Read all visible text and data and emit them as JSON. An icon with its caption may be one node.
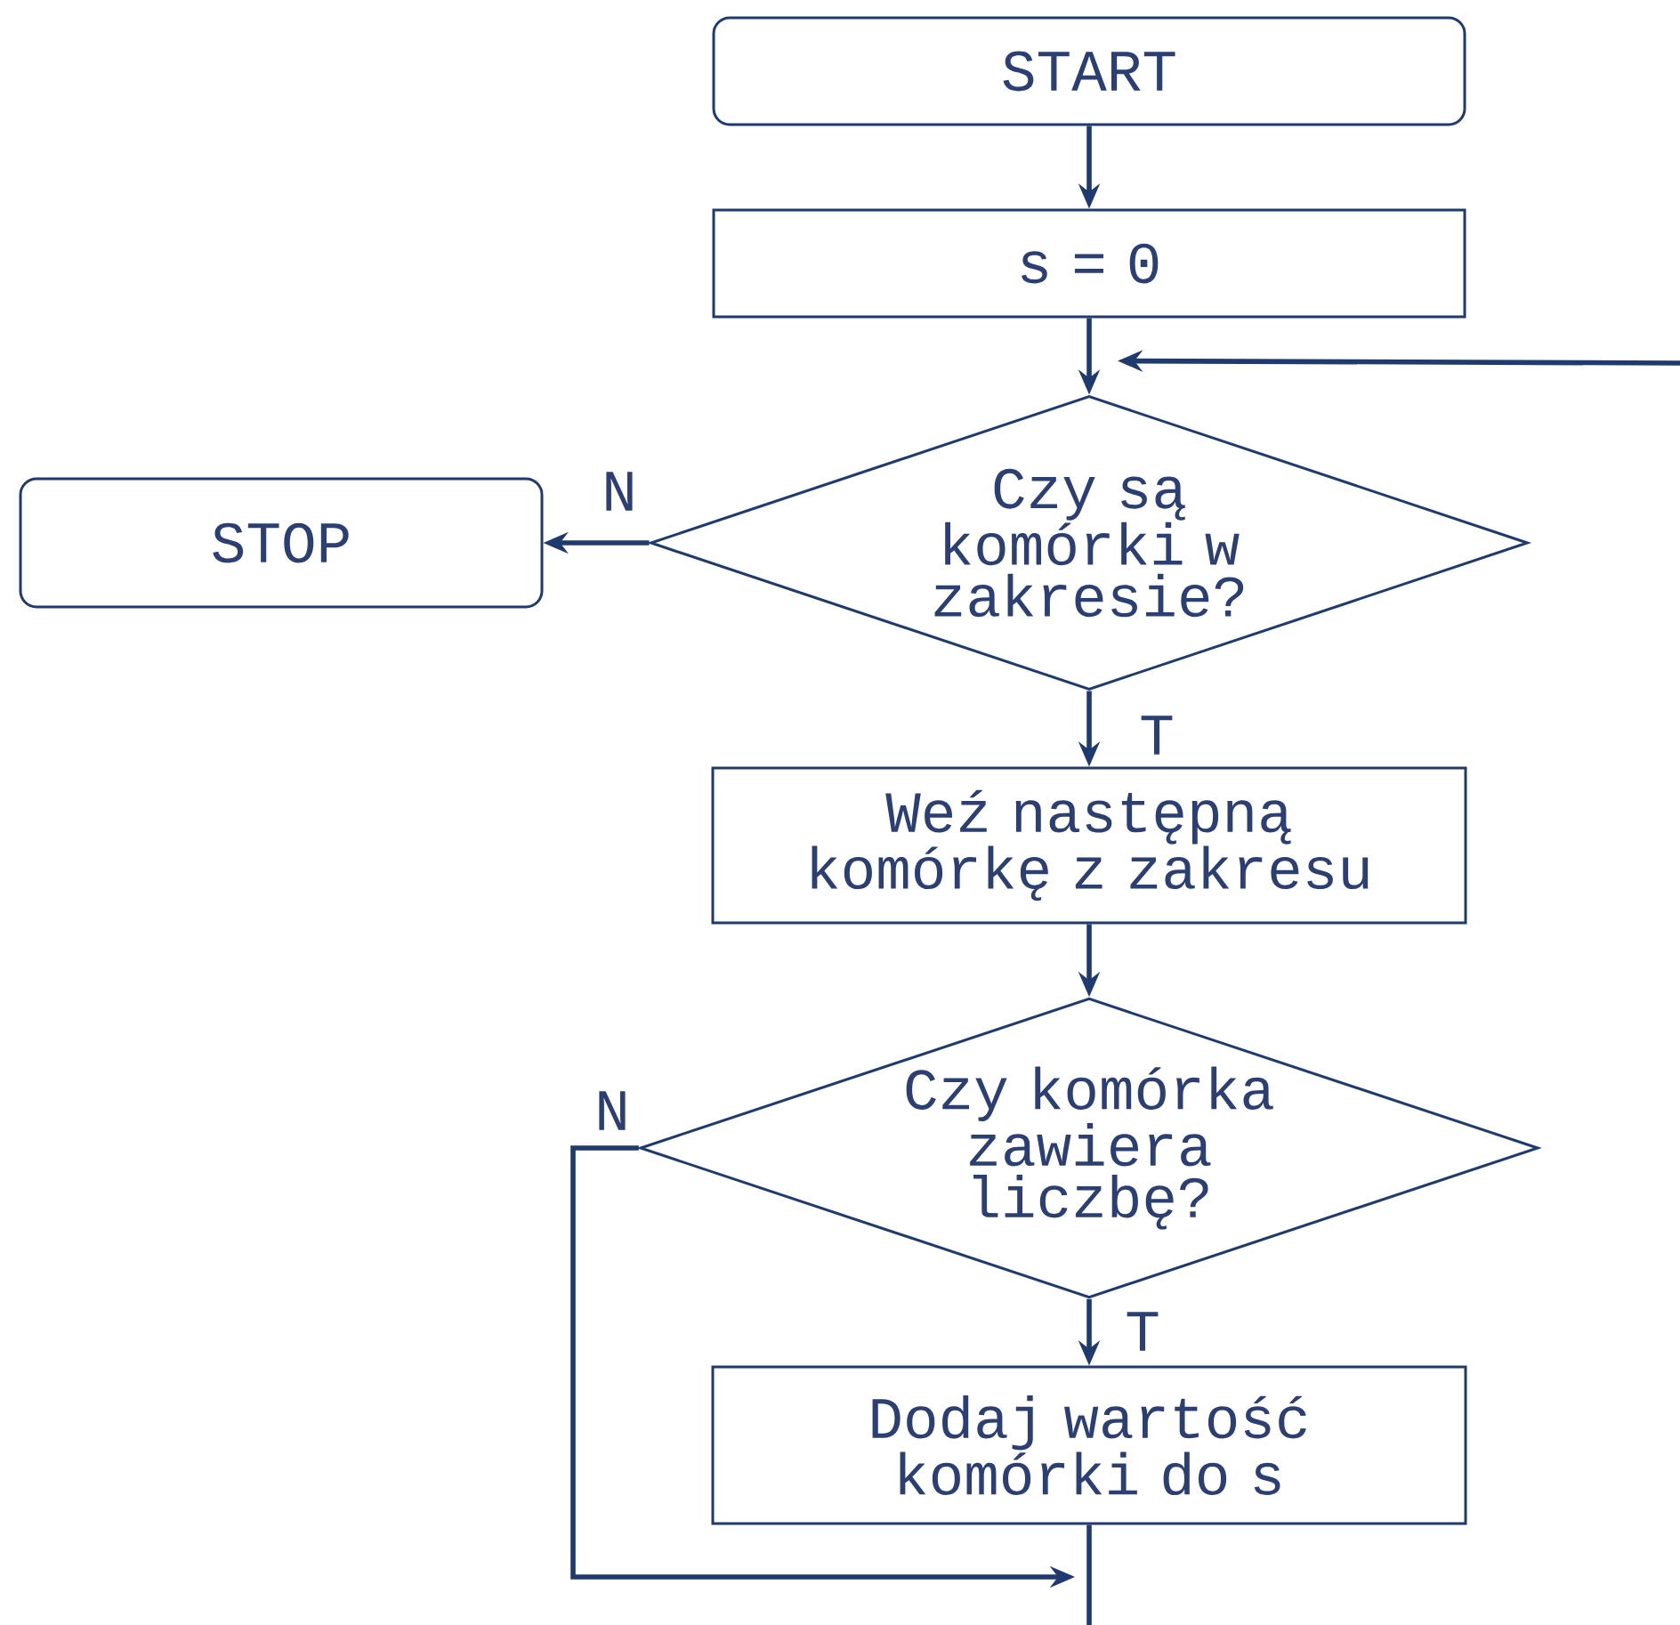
{
  "diagram": {
    "nodes": [
      {
        "text": [
          "START"
        ]
      },
      {
        "text": [
          "s = 0"
        ]
      },
      {
        "text": [
          "Czy są komórki w zakresie?"
        ]
      },
      {
        "text": [
          "STOP"
        ]
      },
      {
        "text": [
          "Weź następną komórkę z zakresu"
        ]
      },
      {
        "text": [
          "Czy komórka zawiera liczbę?"
        ]
      },
      {
        "text": [
          "Dodaj wartość komórki do s"
        ]
      }
    ],
    "edges": [
      {
        "from": 0,
        "to": 1,
        "arrow": "to"
      },
      {
        "from": 1,
        "to": 2,
        "arrow": "to"
      },
      {
        "from": 2,
        "to": 3,
        "arrow": "to",
        "label": "N"
      },
      {
        "from": 2,
        "to": 4,
        "arrow": "to",
        "label": "T"
      },
      {
        "from": 4,
        "to": 5,
        "arrow": "to"
      },
      {
        "from": 5,
        "to": 6,
        "arrow": "to",
        "label": "T"
      },
      {
        "from": 5,
        "to": null,
        "arrow": "to",
        "label": "N"
      },
      {
        "from": 6,
        "to": null,
        "arrow": "none"
      },
      {
        "from": null,
        "to": 2,
        "arrow": "to"
      }
    ]
  }
}
